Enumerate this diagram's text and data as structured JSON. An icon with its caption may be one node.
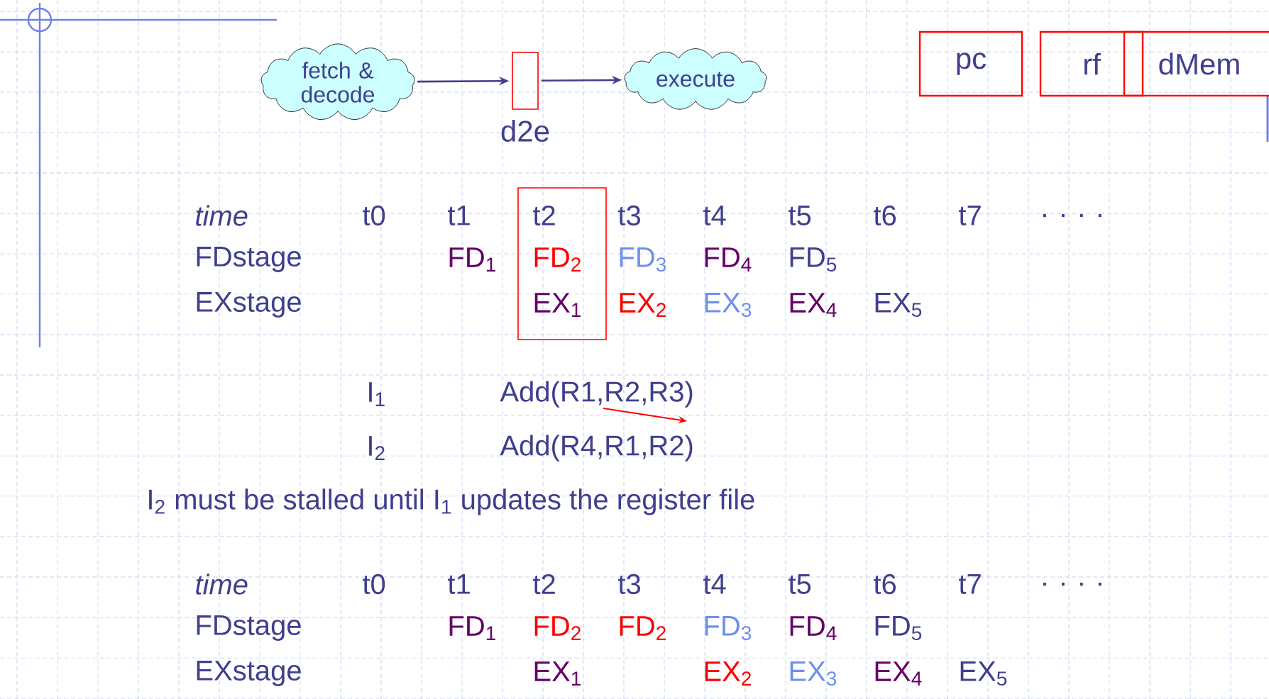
{
  "diagram": {
    "nodes": [
      {
        "text": [
          "fetch & decode"
        ]
      },
      {
        "text": [],
        "shape": "box",
        "beside": [
          "d2e"
        ]
      },
      {
        "text": [
          "execute"
        ]
      },
      {
        "text": [
          "pc"
        ]
      },
      {
        "text": [
          "rf"
        ]
      },
      {
        "text": [
          "dMem"
        ]
      },
      {
        "text": [],
        "shape": "box"
      }
    ],
    "edges": [
      {
        "from": 0,
        "to": 1,
        "arrow": "to"
      },
      {
        "from": 1,
        "to": 2,
        "arrow": "to"
      }
    ],
    "labels": [
      "time",
      "t0",
      "t1",
      "t2",
      "t3",
      "t4",
      "t5",
      "t6",
      "t7",
      ". . . .",
      "FDstage",
      "FD$_{1}$",
      "FD$_{2}$",
      "FD$_{3}$",
      "FD$_{4}$",
      "FD$_{5}$",
      "EXstage",
      "EX$_{1}$",
      "EX$_{2}$",
      "EX$_{3}$",
      "EX$_{4}$",
      "EX$_{5}$",
      "I$_{1}$",
      "Add(R1,R2,R3)",
      "I$_{2}$",
      "Add(R4,R1,R2)",
      "I$_{2}$ must be stalled until I$_{1}$ updates the register file",
      "time",
      "t0",
      "t1",
      "t2",
      "t3",
      "t4",
      "t5",
      "t6",
      "t7",
      ". . . .",
      "FDstage",
      "FD$_{1}$",
      "FD$_{2}$",
      "FD$_{2}$",
      "FD$_{3}$",
      "FD$_{4}$",
      "FD$_{5}$",
      "EXstage",
      "EX$_{1}$",
      "EX$_{2}$",
      "EX$_{3}$",
      "EX$_{4}$",
      "EX$_{5}$"
    ]
  }
}
